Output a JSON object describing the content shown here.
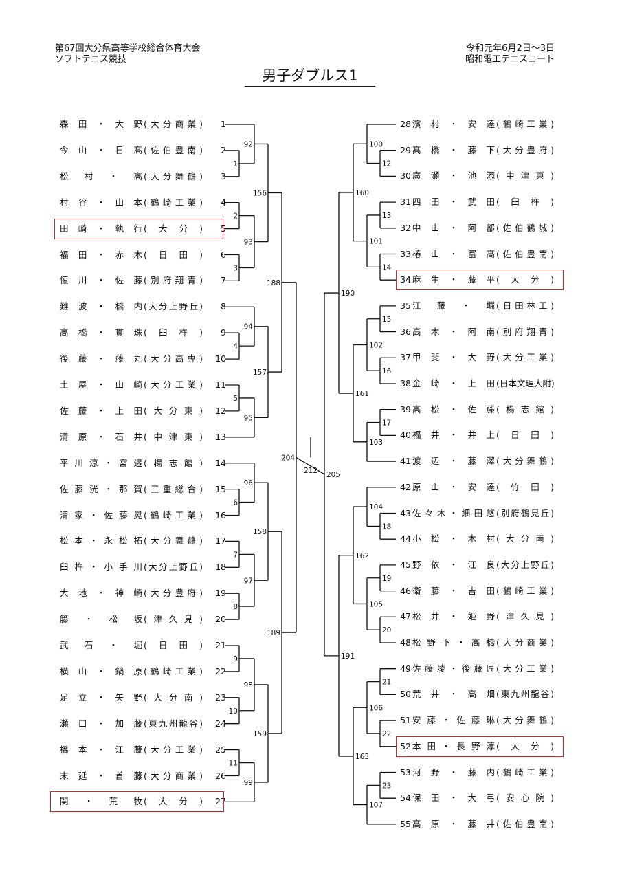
{
  "header": {
    "event_line1": "第67回大分県高等学校総合体育大会",
    "event_line2": "ソフトテニス競技",
    "date": "令和元年6月2日～3日",
    "venue": "昭和電工テニスコート"
  },
  "title": "男子ダブルス1",
  "left_entries": [
    {
      "no": "1",
      "name": "森田・大野",
      "school": "(大分商業)"
    },
    {
      "no": "2",
      "name": "今山・日髙",
      "school": "(佐伯豊南)"
    },
    {
      "no": "3",
      "name": "松村・高",
      "school": "(大分舞鶴)"
    },
    {
      "no": "4",
      "name": "村谷・山本",
      "school": "(鶴崎工業)"
    },
    {
      "no": "5",
      "name": "田崎・執行",
      "school": "(大分)",
      "highlight": true
    },
    {
      "no": "6",
      "name": "福田・赤木",
      "school": "(日田)"
    },
    {
      "no": "7",
      "name": "恒川・佐藤",
      "school": "(別府翔青)"
    },
    {
      "no": "8",
      "name": "難波・橋内",
      "school": "(大分上野丘)"
    },
    {
      "no": "9",
      "name": "高橋・貫珠",
      "school": "(臼杵)"
    },
    {
      "no": "10",
      "name": "後藤・藤丸",
      "school": "(大分高専)"
    },
    {
      "no": "11",
      "name": "土屋・山崎",
      "school": "(大分工業)"
    },
    {
      "no": "12",
      "name": "佐藤・上田",
      "school": "(大分東)"
    },
    {
      "no": "13",
      "name": "清原・石井",
      "school": "(中津東)"
    },
    {
      "no": "14",
      "name": "平川涼・宮邉",
      "school": "(楊志館)"
    },
    {
      "no": "15",
      "name": "佐藤洸・那賀",
      "school": "(三重総合)"
    },
    {
      "no": "16",
      "name": "清家・佐藤晃",
      "school": "(鶴崎工業)"
    },
    {
      "no": "17",
      "name": "松本・永松拓",
      "school": "(大分舞鶴)"
    },
    {
      "no": "18",
      "name": "臼杵・小手川",
      "school": "(大分上野丘)"
    },
    {
      "no": "19",
      "name": "大地・神崎",
      "school": "(大分豊府)"
    },
    {
      "no": "20",
      "name": "籐・松坂",
      "school": "(津久見)"
    },
    {
      "no": "21",
      "name": "武石・堀",
      "school": "(日田)"
    },
    {
      "no": "22",
      "name": "横山・鍋原",
      "school": "(鶴崎工業)"
    },
    {
      "no": "23",
      "name": "足立・矢野",
      "school": "(大分南)"
    },
    {
      "no": "24",
      "name": "瀬口・加藤",
      "school": "(東九州龍谷)"
    },
    {
      "no": "25",
      "name": "橋本・江藤",
      "school": "(大分工業)"
    },
    {
      "no": "26",
      "name": "末延・首藤",
      "school": "(大分商業)"
    },
    {
      "no": "27",
      "name": "関・荒牧",
      "school": "(大分)",
      "highlight": true
    }
  ],
  "right_entries": [
    {
      "no": "28",
      "name": "濱村・安達",
      "school": "(鶴崎工業)"
    },
    {
      "no": "29",
      "name": "髙橋・藤下",
      "school": "(大分豊府)"
    },
    {
      "no": "30",
      "name": "廣瀬・池添",
      "school": "(中津東)"
    },
    {
      "no": "31",
      "name": "四田・武田",
      "school": "(臼杵)"
    },
    {
      "no": "32",
      "name": "中山・阿部",
      "school": "(佐伯鶴城)"
    },
    {
      "no": "33",
      "name": "椿山・冨髙",
      "school": "(佐伯豊南)"
    },
    {
      "no": "34",
      "name": "麻生・藤平",
      "school": "(大分)",
      "highlight": true
    },
    {
      "no": "35",
      "name": "江藤・堀",
      "school": "(日田林工)"
    },
    {
      "no": "36",
      "name": "高木・阿南",
      "school": "(別府翔青)"
    },
    {
      "no": "37",
      "name": "甲斐・大野",
      "school": "(大分工業)"
    },
    {
      "no": "38",
      "name": "金崎・上田",
      "school": "(日本文理大附)"
    },
    {
      "no": "39",
      "name": "高松・佐藤",
      "school": "(楊志館)"
    },
    {
      "no": "40",
      "name": "福井・井上",
      "school": "(日田)"
    },
    {
      "no": "41",
      "name": "渡辺・藤澤",
      "school": "(大分舞鶴)"
    },
    {
      "no": "42",
      "name": "原山・安達",
      "school": "(竹田)"
    },
    {
      "no": "43",
      "name": "佐々木・細田悠",
      "school": "(別府鶴見丘)"
    },
    {
      "no": "44",
      "name": "小松・木村",
      "school": "(大分南)"
    },
    {
      "no": "45",
      "name": "野依・江良",
      "school": "(大分上野丘)"
    },
    {
      "no": "46",
      "name": "衛藤・吉田",
      "school": "(鶴崎工業)"
    },
    {
      "no": "47",
      "name": "松井・姫野",
      "school": "(津久見)"
    },
    {
      "no": "48",
      "name": "松野下・高橋",
      "school": "(大分商業)"
    },
    {
      "no": "49",
      "name": "佐藤凌・後藤匠",
      "school": "(大分工業)"
    },
    {
      "no": "50",
      "name": "荒井・高畑",
      "school": "(東九州龍谷)"
    },
    {
      "no": "51",
      "name": "安藤・佐藤琳",
      "school": "(大分舞鶴)"
    },
    {
      "no": "52",
      "name": "本田・長野淳",
      "school": "(大分)",
      "highlight": true
    },
    {
      "no": "53",
      "name": "河野・藤内",
      "school": "(鶴崎工業)"
    },
    {
      "no": "54",
      "name": "保田・大弓",
      "school": "(安心院)"
    },
    {
      "no": "55",
      "name": "髙原・藤井",
      "school": "(佐伯豊南)"
    }
  ],
  "bracket": {
    "left_matches": {
      "m1": "1",
      "m2": "2",
      "m3": "3",
      "m4": "4",
      "m5": "5",
      "m6": "6",
      "m7": "7",
      "m8": "8",
      "m9": "9",
      "m10": "10",
      "m11": "11",
      "m92": "92",
      "m93": "93",
      "m94": "94",
      "m95": "95",
      "m96": "96",
      "m97": "97",
      "m98": "98",
      "m99": "99",
      "m156": "156",
      "m157": "157",
      "m158": "158",
      "m159": "159",
      "m188": "188",
      "m189": "189",
      "m204": "204"
    },
    "right_matches": {
      "m12": "12",
      "m13": "13",
      "m14": "14",
      "m15": "15",
      "m16": "16",
      "m17": "17",
      "m18": "18",
      "m19": "19",
      "m20": "20",
      "m21": "21",
      "m22": "22",
      "m23": "23",
      "m100": "100",
      "m101": "101",
      "m102": "102",
      "m103": "103",
      "m104": "104",
      "m105": "105",
      "m106": "106",
      "m107": "107",
      "m160": "160",
      "m161": "161",
      "m162": "162",
      "m163": "163",
      "m190": "190",
      "m191": "191",
      "m205": "205"
    },
    "final": "212"
  },
  "colors": {
    "highlight": "#e02020",
    "line": "#111111"
  }
}
